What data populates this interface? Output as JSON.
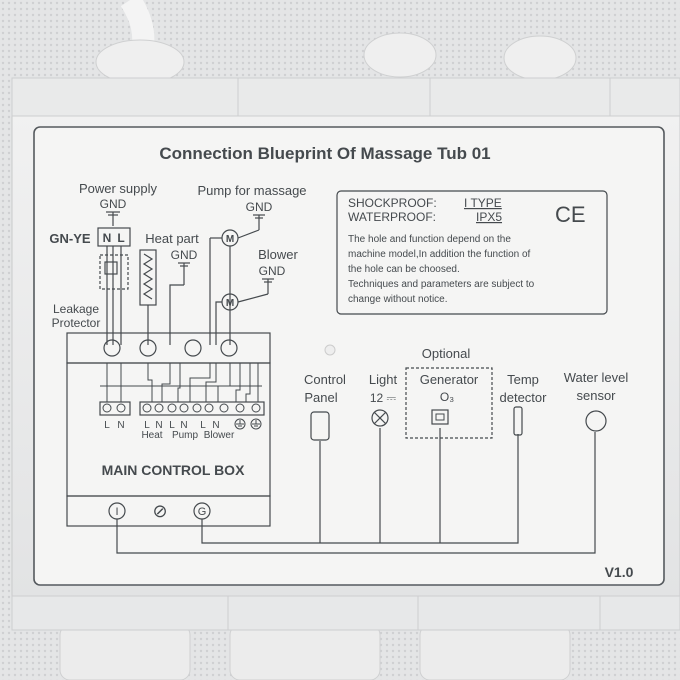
{
  "title": "Connection Blueprint Of Massage Tub 01",
  "power_supply": {
    "label": "Power supply",
    "gnd": "GND",
    "gnye": "GN-YE",
    "n": "N",
    "l": "L"
  },
  "leakage_protector": {
    "line1": "Leakage",
    "line2": "Protector"
  },
  "heat_part": {
    "label": "Heat part",
    "gnd": "GND"
  },
  "pump": {
    "label": "Pump for massage",
    "gnd": "GND",
    "motor": "M"
  },
  "blower": {
    "label": "Blower",
    "gnd": "GND",
    "motor": "M"
  },
  "spec": {
    "shockproof_label": "SHOCKPROOF:",
    "shockproof_value": "I TYPE",
    "waterproof_label": "WATERPROOF:",
    "waterproof_value": "IPX5",
    "ce_mark": "CE",
    "notes": [
      "The hole and function depend on the",
      "machine model,In addition the function of",
      "the hole can be choosed.",
      "Techniques and parameters are subject to",
      "change without notice."
    ]
  },
  "control_box": {
    "label": "MAIN CONTROL BOX",
    "terminal_letters": [
      "L",
      "N",
      "L",
      "N",
      "L",
      "N",
      "L",
      "N"
    ],
    "groups": [
      "Heat",
      "Pump",
      "Blower"
    ],
    "bottom_symbols": [
      "I",
      "⊘",
      "G"
    ]
  },
  "control_panel": {
    "line1": "Control",
    "line2": "Panel"
  },
  "light": {
    "line1": "Light",
    "line2": "12 ⎓"
  },
  "generator": {
    "optional": "Optional",
    "line1": "Generator",
    "line2": "O₃"
  },
  "temp": {
    "line1": "Temp",
    "line2": "detector"
  },
  "water": {
    "line1": "Water level",
    "line2": "sensor"
  },
  "version": "V1.0"
}
